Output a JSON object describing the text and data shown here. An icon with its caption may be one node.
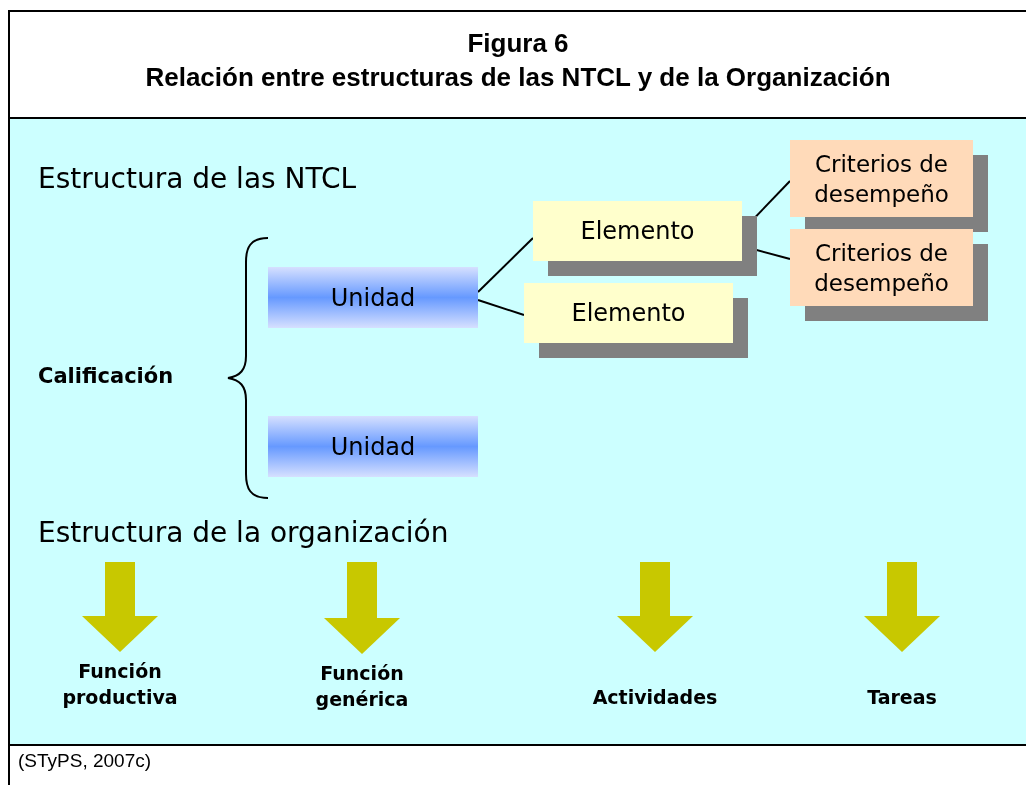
{
  "diagram": {
    "title": "Figura 6",
    "caption": "(STyPS, 2007c)",
    "nodes": [
      {
        "text": [
          "Unidad"
        ]
      },
      {
        "text": [
          "Unidad"
        ]
      },
      {
        "text": [
          "Elemento"
        ]
      },
      {
        "text": [
          "Elemento"
        ]
      },
      {
        "text": [
          "Criterios de desempeño"
        ]
      },
      {
        "text": [
          "Criterios de desempeño"
        ]
      },
      {
        "text": [
          "Función productiva"
        ]
      },
      {
        "text": [
          "Función genérica"
        ]
      },
      {
        "text": [
          "Actividades"
        ]
      },
      {
        "text": [
          "Tareas"
        ]
      }
    ],
    "edges": [
      {
        "from": 0,
        "to": 2,
        "arrow": "none"
      },
      {
        "from": 0,
        "to": 3,
        "arrow": "none"
      },
      {
        "from": 2,
        "to": 4,
        "arrow": "none"
      },
      {
        "from": 2,
        "to": 5,
        "arrow": "none"
      },
      {
        "from": null,
        "to": 6,
        "arrow": "to",
        "style": "thick",
        "color": "#c8c800"
      },
      {
        "from": null,
        "to": 7,
        "arrow": "to",
        "style": "thick",
        "color": "#c8c800"
      },
      {
        "from": null,
        "to": 8,
        "arrow": "to",
        "style": "thick",
        "color": "#c8c800"
      },
      {
        "from": null,
        "to": 9,
        "arrow": "to",
        "style": "thick",
        "color": "#c8c800"
      }
    ],
    "labels": [
      "Relación entre estructuras de las NTCL y de la Organización",
      "Estructura de las NTCL",
      "Calificación",
      "Estructura de la organización"
    ]
  }
}
